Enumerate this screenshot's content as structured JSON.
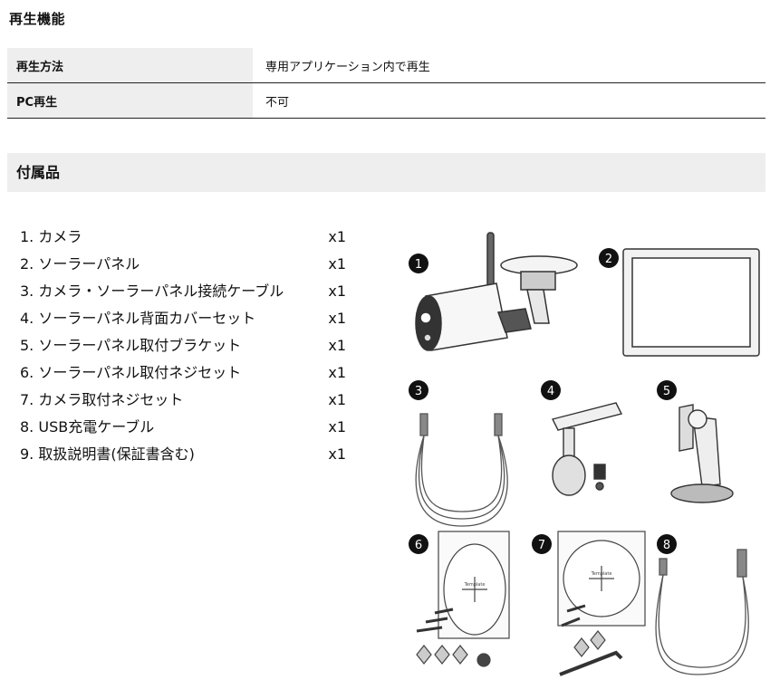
{
  "heading": "再生機能",
  "playback": [
    {
      "label": "再生方法",
      "value": "専用アプリケーション内で再生"
    },
    {
      "label": "PC再生",
      "value": "不可"
    }
  ],
  "accessories_heading": "付属品",
  "items": [
    {
      "name": "1. カメラ",
      "qty": "x1"
    },
    {
      "name": "2. ソーラーパネル",
      "qty": "x1"
    },
    {
      "name": "3. カメラ・ソーラーパネル接続ケーブル",
      "qty": "x1"
    },
    {
      "name": "4. ソーラーパネル背面カバーセット",
      "qty": "x1"
    },
    {
      "name": "5. ソーラーパネル取付ブラケット",
      "qty": "x1"
    },
    {
      "name": "6. ソーラーパネル取付ネジセット",
      "qty": "x1"
    },
    {
      "name": "7. カメラ取付ネジセット",
      "qty": "x1"
    },
    {
      "name": "8. USB充電ケーブル",
      "qty": "x1"
    },
    {
      "name": "9. 取扱説明書(保証書含む)",
      "qty": "x1"
    }
  ],
  "badges": [
    "1",
    "2",
    "3",
    "4",
    "5",
    "6",
    "7",
    "8"
  ],
  "template_labels": [
    "Template"
  ],
  "colors": {
    "band": "#eeeeee",
    "rule": "#222222",
    "text": "#111111"
  }
}
